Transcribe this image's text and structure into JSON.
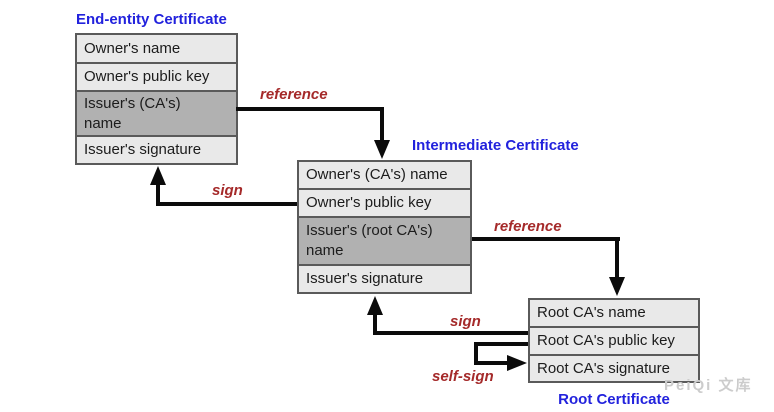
{
  "diagram": {
    "type": "certificate-chain-of-trust",
    "certificates": [
      {
        "id": "end-entity",
        "title": "End-entity Certificate",
        "rows": [
          {
            "text": "Owner's name",
            "highlight": false
          },
          {
            "text": "Owner's public key",
            "highlight": false
          },
          {
            "text": "Issuer's (CA's) name",
            "highlight": true
          },
          {
            "text": "Issuer's signature",
            "highlight": false
          }
        ]
      },
      {
        "id": "intermediate",
        "title": "Intermediate Certificate",
        "rows": [
          {
            "text": "Owner's (CA's) name",
            "highlight": false
          },
          {
            "text": "Owner's public key",
            "highlight": false
          },
          {
            "text": "Issuer's (root CA's) name",
            "highlight": true
          },
          {
            "text": "Issuer's signature",
            "highlight": false
          }
        ]
      },
      {
        "id": "root",
        "title": "Root Certificate",
        "rows": [
          {
            "text": "Root CA's name",
            "highlight": false
          },
          {
            "text": "Root CA's public key",
            "highlight": false
          },
          {
            "text": "Root CA's signature",
            "highlight": false
          }
        ]
      }
    ],
    "arrows": [
      {
        "id": "reference-end-to-intermediate",
        "label": "reference"
      },
      {
        "id": "sign-intermediate-to-end",
        "label": "sign"
      },
      {
        "id": "reference-intermediate-to-root",
        "label": "reference"
      },
      {
        "id": "sign-root-to-intermediate",
        "label": "sign"
      },
      {
        "id": "self-sign-root",
        "label": "self-sign"
      }
    ],
    "watermark": "PeiQi 文库",
    "colors": {
      "title_blue": "#2222dd",
      "label_red": "#a52a2a",
      "cell_light": "#e9e9e9",
      "cell_dark": "#b1b1b1",
      "box_border": "#5a5a5a",
      "arrow_black": "#0b0b0b",
      "watermark_gray": "#cccccc",
      "background": "#ffffff"
    }
  }
}
